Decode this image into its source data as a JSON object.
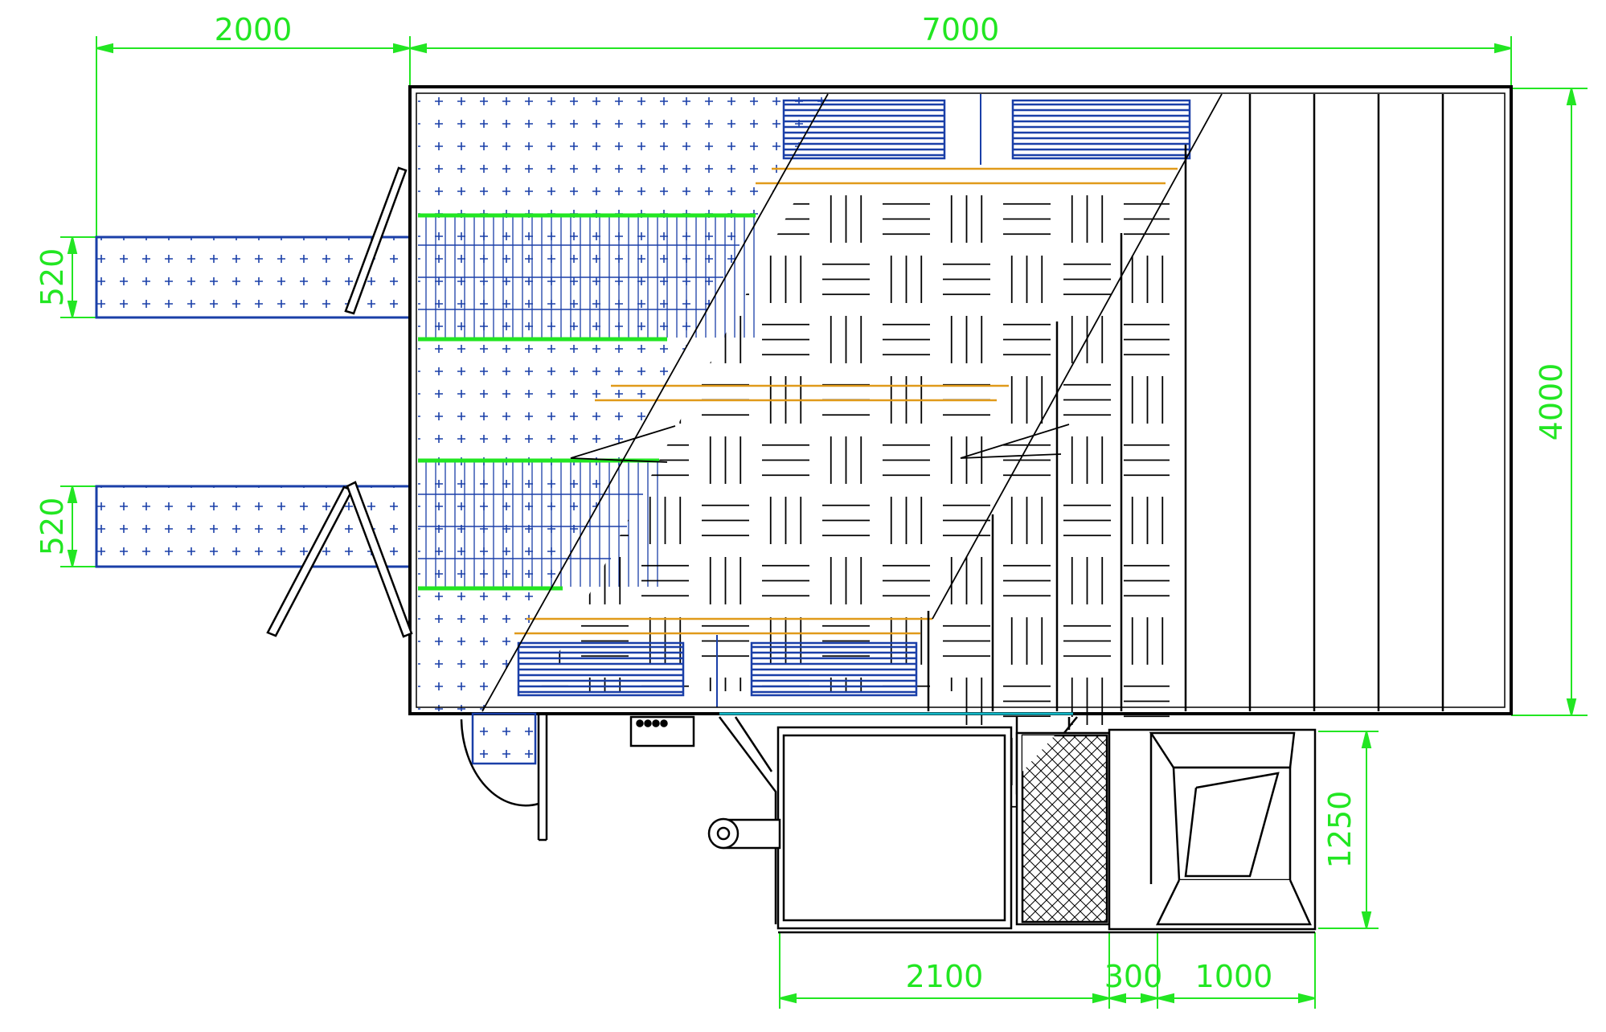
{
  "drawing": {
    "title": "",
    "dimensions": {
      "top_left_width": "2000",
      "top_main_width": "7000",
      "left_upper_height": "520",
      "left_lower_height": "520",
      "right_height": "4000",
      "bottom_unit_height": "1250",
      "bottom_width_a": "2100",
      "bottom_width_b": "300",
      "bottom_width_c": "1000"
    },
    "colors": {
      "outline": "#000000",
      "dimension": "#22e622",
      "platform": "#1a3fa8",
      "grating_rail": "#22e622",
      "beam": "#e09a1a",
      "duct": "#13b8c8"
    }
  }
}
